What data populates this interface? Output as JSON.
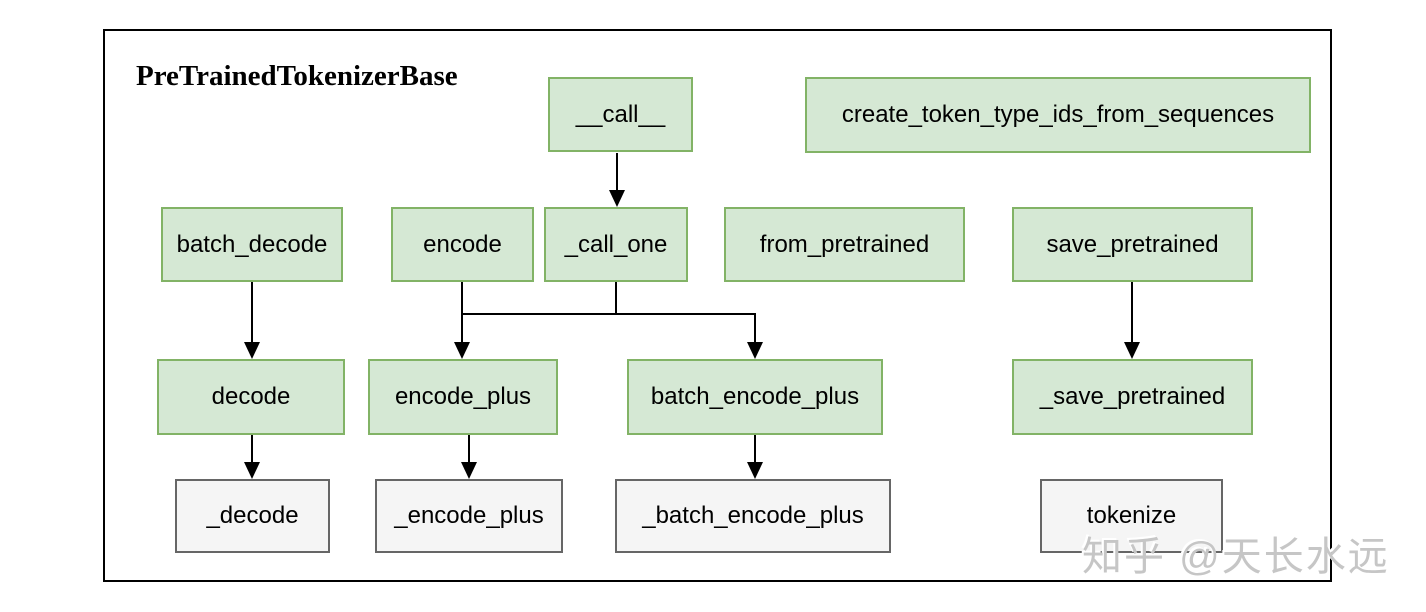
{
  "diagram": {
    "title": "PreTrainedTokenizerBase",
    "watermark": "知乎 @天长水远",
    "colors": {
      "node_fill_green": "#d5e8d4",
      "node_border_green": "#82b366",
      "node_fill_gray": "#f5f5f5",
      "node_border_gray": "#666666",
      "frame_border": "#000000",
      "arrow": "#000000",
      "watermark": "#c6c6c6"
    },
    "nodes": {
      "call": {
        "label": "__call__",
        "style": "green"
      },
      "create_token_type_ids": {
        "label": "create_token_type_ids_from_sequences",
        "style": "green"
      },
      "batch_decode": {
        "label": "batch_decode",
        "style": "green"
      },
      "encode": {
        "label": "encode",
        "style": "green"
      },
      "call_one": {
        "label": "_call_one",
        "style": "green"
      },
      "from_pretrained": {
        "label": "from_pretrained",
        "style": "green"
      },
      "save_pretrained": {
        "label": "save_pretrained",
        "style": "green"
      },
      "decode": {
        "label": "decode",
        "style": "green"
      },
      "encode_plus": {
        "label": "encode_plus",
        "style": "green"
      },
      "batch_encode_plus": {
        "label": "batch_encode_plus",
        "style": "green"
      },
      "priv_save_pretrained": {
        "label": "_save_pretrained",
        "style": "green"
      },
      "priv_decode": {
        "label": "_decode",
        "style": "gray"
      },
      "priv_encode_plus": {
        "label": "_encode_plus",
        "style": "gray"
      },
      "priv_batch_encode_plus": {
        "label": "_batch_encode_plus",
        "style": "gray"
      },
      "tokenize": {
        "label": "tokenize",
        "style": "gray"
      }
    },
    "edges": [
      {
        "from": "__call__",
        "to": "_call_one"
      },
      {
        "from": "batch_decode",
        "to": "decode"
      },
      {
        "from": "encode",
        "to": "encode_plus"
      },
      {
        "from": "_call_one",
        "to": "encode_plus"
      },
      {
        "from": "_call_one",
        "to": "batch_encode_plus"
      },
      {
        "from": "save_pretrained",
        "to": "_save_pretrained"
      },
      {
        "from": "decode",
        "to": "_decode"
      },
      {
        "from": "encode_plus",
        "to": "_encode_plus"
      },
      {
        "from": "batch_encode_plus",
        "to": "_batch_encode_plus"
      }
    ]
  }
}
